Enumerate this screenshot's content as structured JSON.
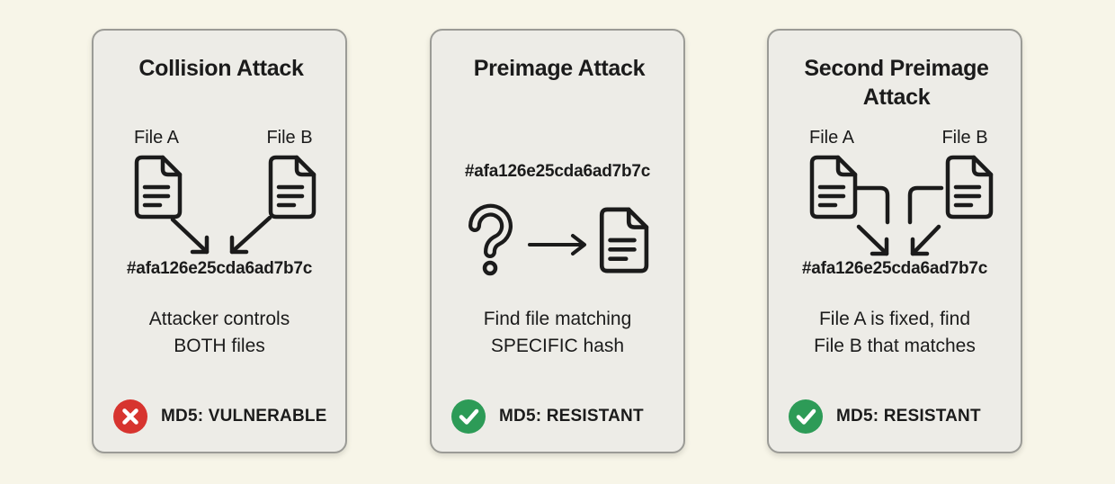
{
  "colors": {
    "page_bg": "#f7f5e8",
    "card_bg": "#edece7",
    "card_border": "#9b9b96",
    "text": "#1b1b1b",
    "status_red": "#d7342f",
    "status_green": "#2d9b57",
    "icon_stroke": "#1b1b1b"
  },
  "icons": {
    "document": "document-icon (outlined file with folded corner and text lines)",
    "arrow_down_right": "arrow-down-right-icon",
    "arrow_down_left": "arrow-down-left-icon",
    "elbow_arrow": "elbow-arrow-icon",
    "question_mark": "question-mark-icon",
    "arrow_right": "arrow-right-icon",
    "x_circle": "x-circle-icon (red circle, white cross)",
    "check_circle": "check-circle-icon (green circle, white check)"
  },
  "cards": [
    {
      "title": "Collision Attack",
      "file_a_label": "File A",
      "file_b_label": "File B",
      "hash": "#afa126e25cda6ad7b7c",
      "description": "Attacker controls\nBOTH files",
      "status": {
        "label": "MD5: VULNERABLE",
        "state": "vulnerable",
        "icon": "x-circle-icon"
      }
    },
    {
      "title": "Preimage Attack",
      "hash": "#afa126e25cda6ad7b7c",
      "description": "Find file matching\nSPECIFIC hash",
      "status": {
        "label": "MD5: RESISTANT",
        "state": "resistant",
        "icon": "check-circle-icon"
      }
    },
    {
      "title": "Second Preimage Attack",
      "file_a_label": "File A",
      "file_b_label": "File B",
      "hash": "#afa126e25cda6ad7b7c",
      "description": "File A is fixed, find\nFile B that matches",
      "status": {
        "label": "MD5: RESISTANT",
        "state": "resistant",
        "icon": "check-circle-icon"
      }
    }
  ]
}
